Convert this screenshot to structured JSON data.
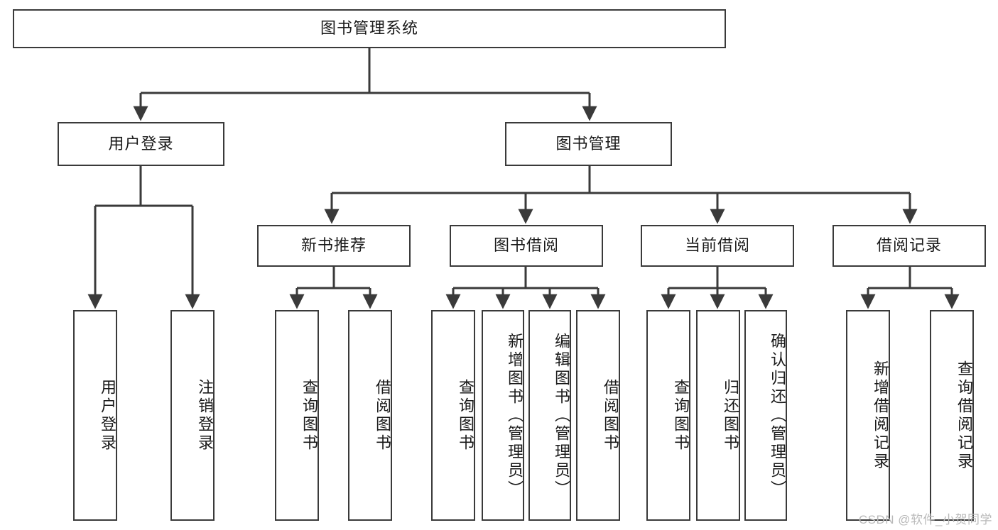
{
  "diagram": {
    "title": "图书管理系统",
    "type": "tree-hierarchy-diagram",
    "watermark": "CSDN @软件_小贺同学",
    "colors": {
      "node_border": "#3a3a3a",
      "node_fill": "#ffffff",
      "edge": "#3a3a3a",
      "text": "#1a1a1a",
      "watermark": "#b9b9b9",
      "background": "#ffffff"
    },
    "nodes": {
      "root": {
        "label": "图书管理系统"
      },
      "level2": [
        {
          "id": "user-login",
          "label": "用户登录"
        },
        {
          "id": "book-management",
          "label": "图书管理"
        }
      ],
      "level3": [
        {
          "id": "new-book-recommend",
          "label": "新书推荐"
        },
        {
          "id": "book-borrow",
          "label": "图书借阅"
        },
        {
          "id": "current-borrow",
          "label": "当前借阅"
        },
        {
          "id": "borrow-record",
          "label": "借阅记录"
        }
      ],
      "leaves": [
        {
          "id": "leaf-user-login",
          "label": "用户登录",
          "parent": "user-login"
        },
        {
          "id": "leaf-logout-login",
          "label": "注销登录",
          "parent": "user-login"
        },
        {
          "id": "leaf-query-book-1",
          "label": "查询图书",
          "parent": "new-book-recommend"
        },
        {
          "id": "leaf-borrow-book-1",
          "label": "借阅图书",
          "parent": "new-book-recommend"
        },
        {
          "id": "leaf-query-book-2",
          "label": "查询图书",
          "parent": "book-borrow"
        },
        {
          "id": "leaf-add-book",
          "label": "新增图书（管理员）",
          "parent": "book-borrow"
        },
        {
          "id": "leaf-edit-book",
          "label": "编辑图书（管理员）",
          "parent": "book-borrow"
        },
        {
          "id": "leaf-borrow-book-2",
          "label": "借阅图书",
          "parent": "book-borrow"
        },
        {
          "id": "leaf-query-book-3",
          "label": "查询图书",
          "parent": "current-borrow"
        },
        {
          "id": "leaf-return-book",
          "label": "归还图书",
          "parent": "current-borrow"
        },
        {
          "id": "leaf-confirm-return",
          "label": "确认归还（管理员）",
          "parent": "current-borrow"
        },
        {
          "id": "leaf-add-record",
          "label": "新增借阅记录",
          "parent": "borrow-record"
        },
        {
          "id": "leaf-query-record",
          "label": "查询借阅记录",
          "parent": "borrow-record"
        }
      ]
    }
  }
}
